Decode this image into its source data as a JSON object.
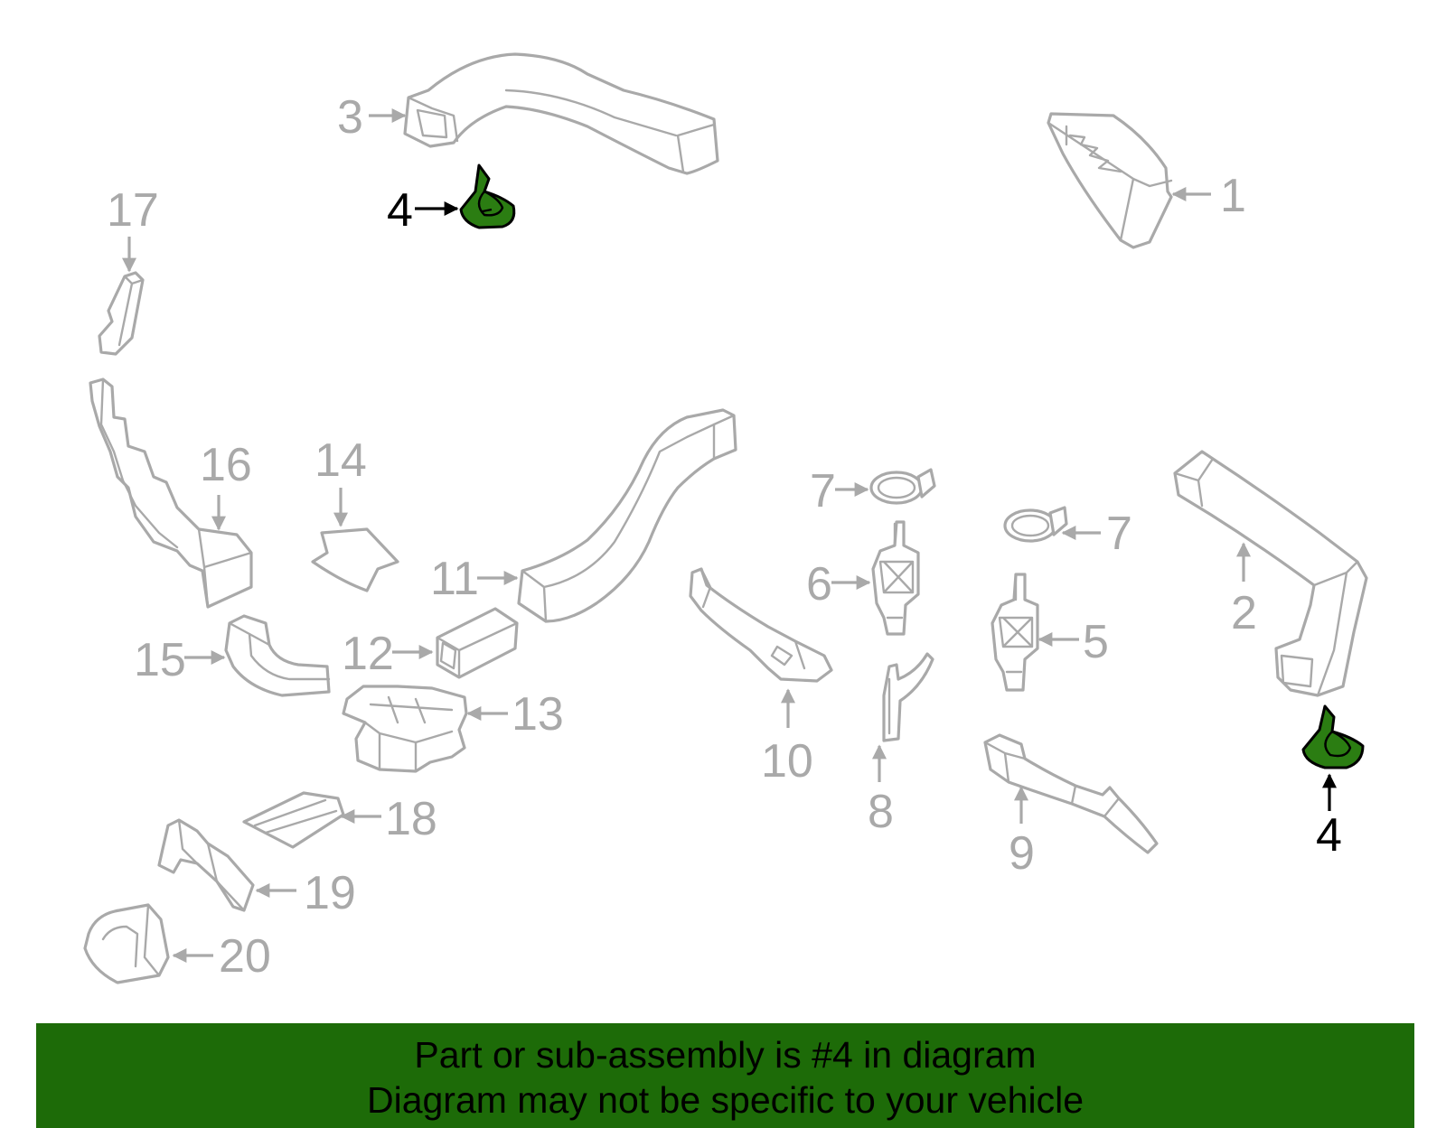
{
  "diagram": {
    "highlight_color": "#2b7d12",
    "line_color": "#a9a9a9",
    "callouts": {
      "c1": "1",
      "c2": "2",
      "c3": "3",
      "c4a": "4",
      "c4b": "4",
      "c5": "5",
      "c6": "6",
      "c7a": "7",
      "c7b": "7",
      "c8": "8",
      "c9": "9",
      "c10": "10",
      "c11": "11",
      "c12": "12",
      "c13": "13",
      "c14": "14",
      "c15": "15",
      "c16": "16",
      "c17": "17",
      "c18": "18",
      "c19": "19",
      "c20": "20"
    }
  },
  "banner": {
    "color": "#1d6b08",
    "line1": "Part or sub-assembly is #4 in diagram",
    "line2": "Diagram may not be specific to your vehicle"
  }
}
